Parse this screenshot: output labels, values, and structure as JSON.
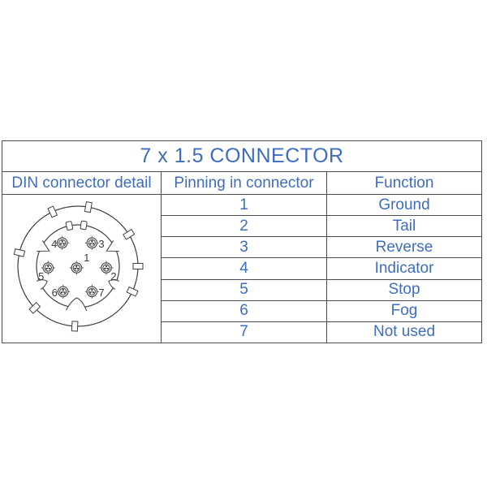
{
  "title": "7 x 1.5 CONNECTOR",
  "table": {
    "headers": {
      "detail": "DIN connector detail",
      "pinning": "Pinning in connector",
      "function": "Function"
    },
    "rows": [
      {
        "pin": "1",
        "function": "Ground"
      },
      {
        "pin": "2",
        "function": "Tail"
      },
      {
        "pin": "3",
        "function": "Reverse"
      },
      {
        "pin": "4",
        "function": "Indicator"
      },
      {
        "pin": "5",
        "function": "Stop"
      },
      {
        "pin": "6",
        "function": "Fog"
      },
      {
        "pin": "7",
        "function": "Not used"
      }
    ]
  },
  "connector": {
    "type": "DIN 7-pin connector front view",
    "pin_labels": {
      "p1": "1",
      "p2": "2",
      "p3": "3",
      "p4": "4",
      "p5": "5",
      "p6": "6",
      "p7": "7"
    }
  },
  "colors": {
    "text_blue": "#3e6dbe",
    "table_border": "#4d4d4d",
    "drawing_line": "#3f3f3f",
    "background": "#ffffff"
  }
}
